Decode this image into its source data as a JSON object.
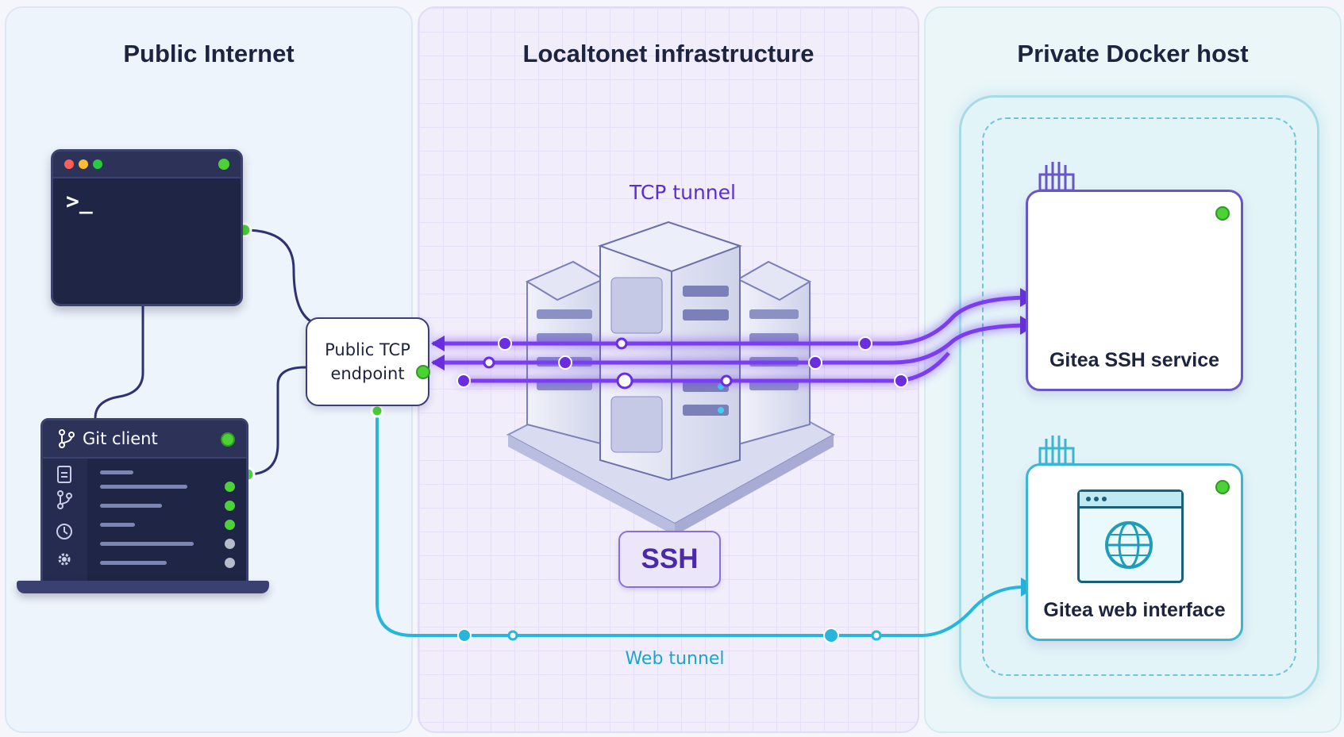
{
  "panels": {
    "internet": "Public Internet",
    "infra": "Localtonet infrastructure",
    "docker": "Private Docker host"
  },
  "tunnels": {
    "tcp_label": "TCP tunnel",
    "web_label": "Web tunnel",
    "ssh_badge": "SSH"
  },
  "endpoint": {
    "line1": "Public TCP",
    "line2": "endpoint"
  },
  "terminal": {
    "prompt": ">_"
  },
  "git_client": {
    "title": "Git client",
    "sidebar_icons": [
      "file-icon",
      "branch-icon",
      "clock-icon",
      "gear-icon"
    ],
    "row_status": [
      "active",
      "active",
      "active",
      "inactive",
      "inactive"
    ]
  },
  "services": {
    "ssh": "Gitea SSH service",
    "web": "Gitea web interface"
  },
  "colors": {
    "tcp": "#7a3cf0",
    "web": "#27b5dc",
    "status_on": "#4cd137",
    "status_off": "#b7bccb",
    "dark": "#1f2545"
  }
}
